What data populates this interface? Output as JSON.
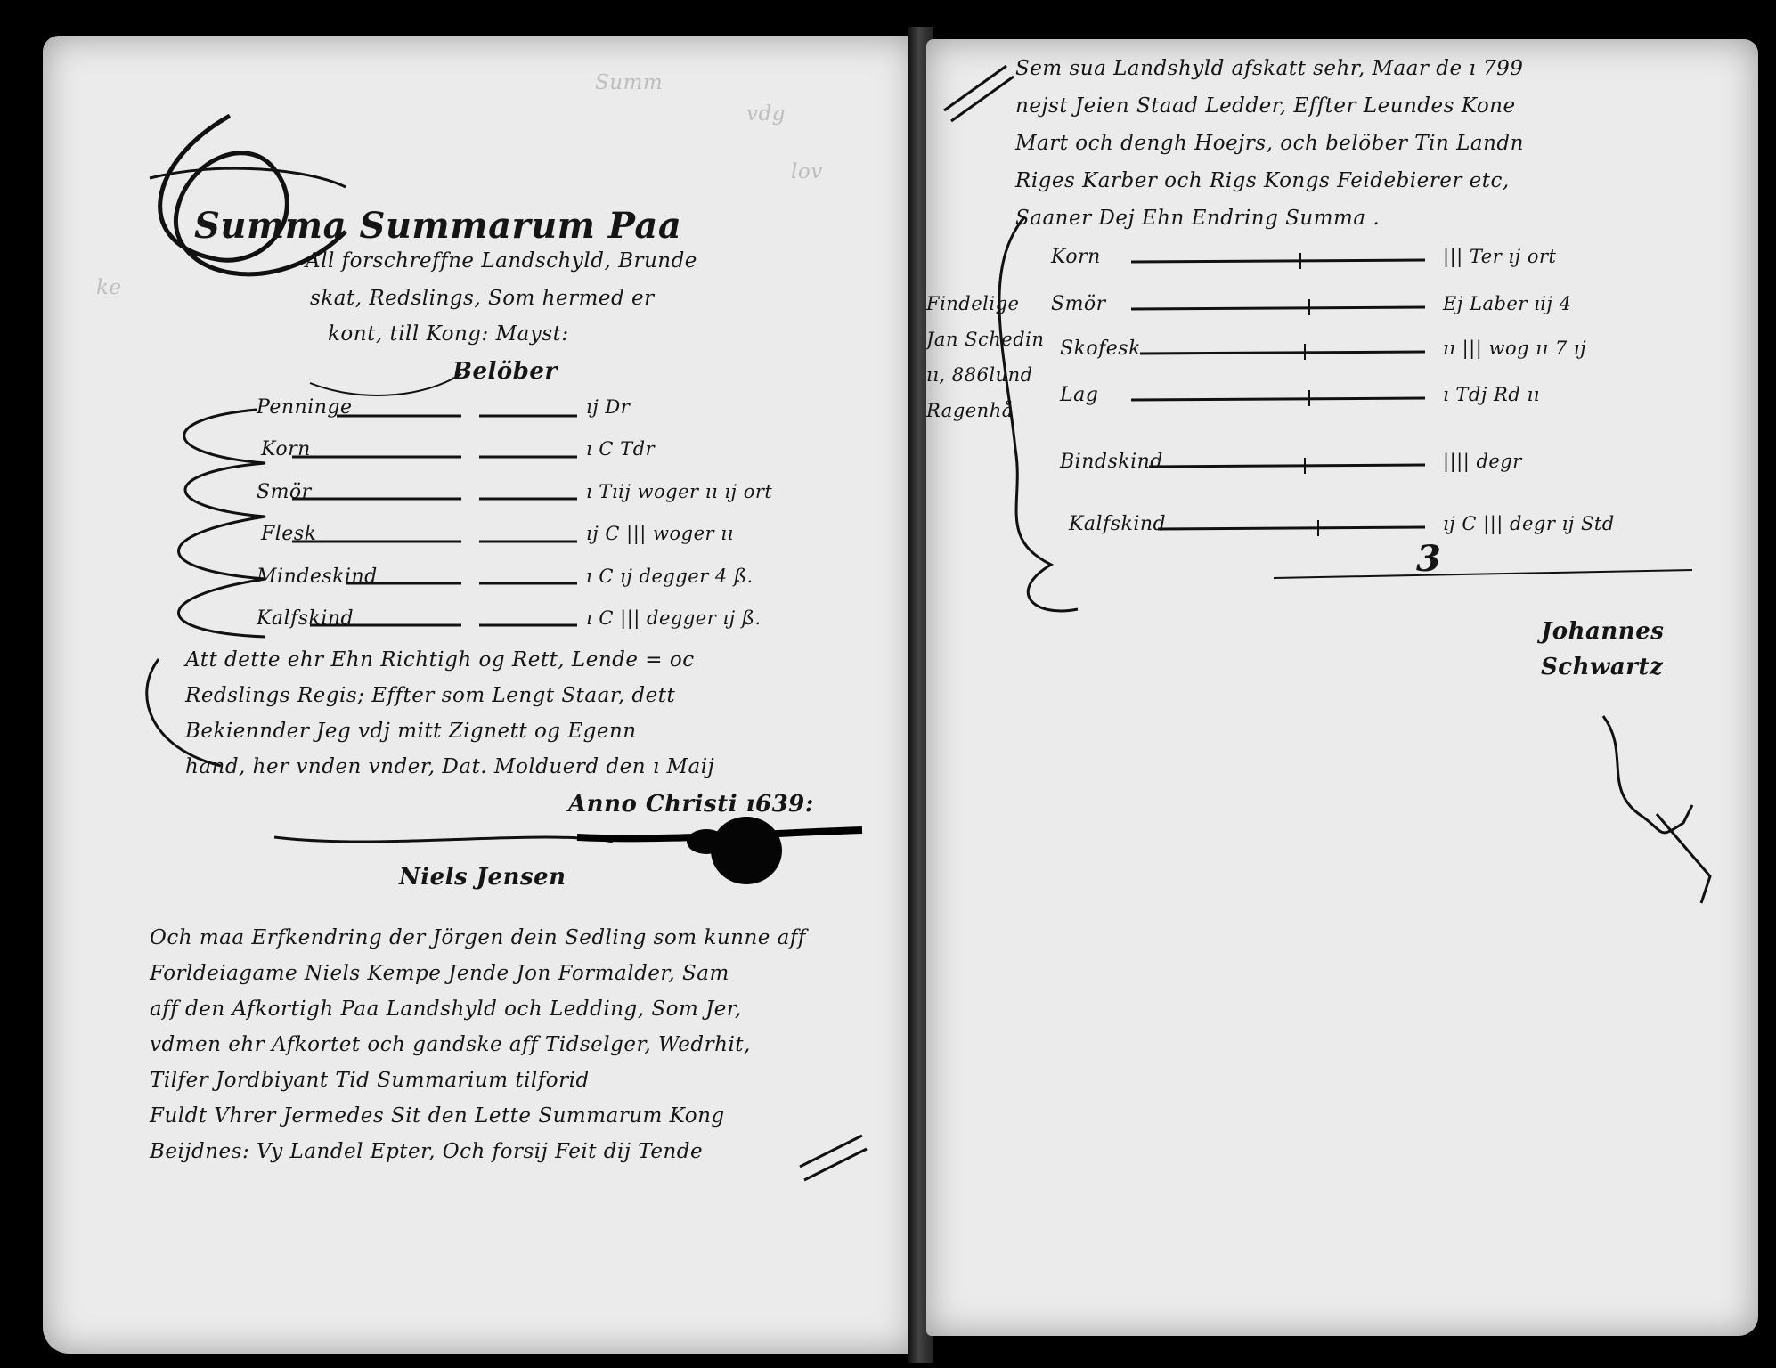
{
  "left_page": {
    "faded_margin_notes": [
      "Summ",
      "vdg",
      "lov",
      "ke"
    ],
    "heading_line1": "Summa Summarum Paa",
    "heading_lines": [
      "All forschreffne Landschyld, Brunde",
      "skat, Redslings, Som hermed er",
      "kont, till Kong: Mayst:"
    ],
    "subheading": "Belöber",
    "items": [
      {
        "name": "Penninge",
        "dots": "ıı",
        "value": "ıj Dr"
      },
      {
        "name": "Korn",
        "dots": "ıı",
        "value": "ı C Tdr"
      },
      {
        "name": "Smör",
        "dots": "ıı",
        "value": "ı Tıij woger ıı ıj ort"
      },
      {
        "name": "Flesk",
        "dots": "ıı",
        "value": "ıj C ||| woger ıı"
      },
      {
        "name": "Mindeskind",
        "dots": "ıı",
        "value": "ı C ıj degger 4 ß."
      },
      {
        "name": "Kalfskind",
        "dots": "ıı",
        "value": "ı C ||| degger ıj ß."
      }
    ],
    "paragraph_lines": [
      "Att dette ehr Ehn Richtigh og Rett, Lende = oc",
      "Redslings Regis; Effter som Lengt Staar, dett",
      "Bekiennder Jeg vdj mitt Zignett og Egenn",
      "hand, her vnden vnder, Dat. Molduerd den ı Maij",
      "Anno Christi ı639:"
    ],
    "signature": "Niels Jensen",
    "lower_paragraph_lines": [
      "Och maa Erfkendring der Jörgen dein Sedling som kunne aff",
      "Forldeiagame Niels Kempe Jende Jon Formalder, Sam",
      "aff den Afkortigh Paa Landshyld och Ledding, Som Jer,",
      "vdmen ehr Afkortet och gandske aff Tidselger, Wedrhit,",
      "Tilfer Jordbiyant Tid Summarium tilforid",
      "Fuldt Vhrer Jermedes Sit den Lette Summarum Kong",
      "Beijdnes: Vy Landel Epter, Och forsij Feit dij Tende"
    ]
  },
  "right_page": {
    "intro_lines": [
      "Sem sua Landshyld afskatt sehr, Maar de ı 799",
      "nejst Jeien Staad Ledder, Effter Leundes Kone",
      "Mart och dengh Hoejrs, och belöber Tin Landn",
      "Riges Karber och Rigs Kongs Feidebierer etc,",
      "Saaner Dej Ehn Endring Summa ."
    ],
    "margin_note_lines": [
      "Findelige",
      "Jan Schedin",
      "ıı, 886lund",
      "Ragenhå"
    ],
    "items": [
      {
        "name": "Korn",
        "value": "||| Ter ıj ort"
      },
      {
        "name": "Smör",
        "value": "Ej Laber ıij 4"
      },
      {
        "name": "Skofesk",
        "value": "ıı ||| wog ıı 7 ıj"
      },
      {
        "name": "Lag",
        "value": "ı Tdj Rd ıı"
      },
      {
        "name": "Bindskind",
        "value": "|||| degr"
      },
      {
        "name": "Kalfskind",
        "value": "ıj C ||| degr ıj Std"
      }
    ],
    "closing_mark": "3",
    "signature_lines": [
      "Johannes",
      "Schwartz"
    ]
  }
}
